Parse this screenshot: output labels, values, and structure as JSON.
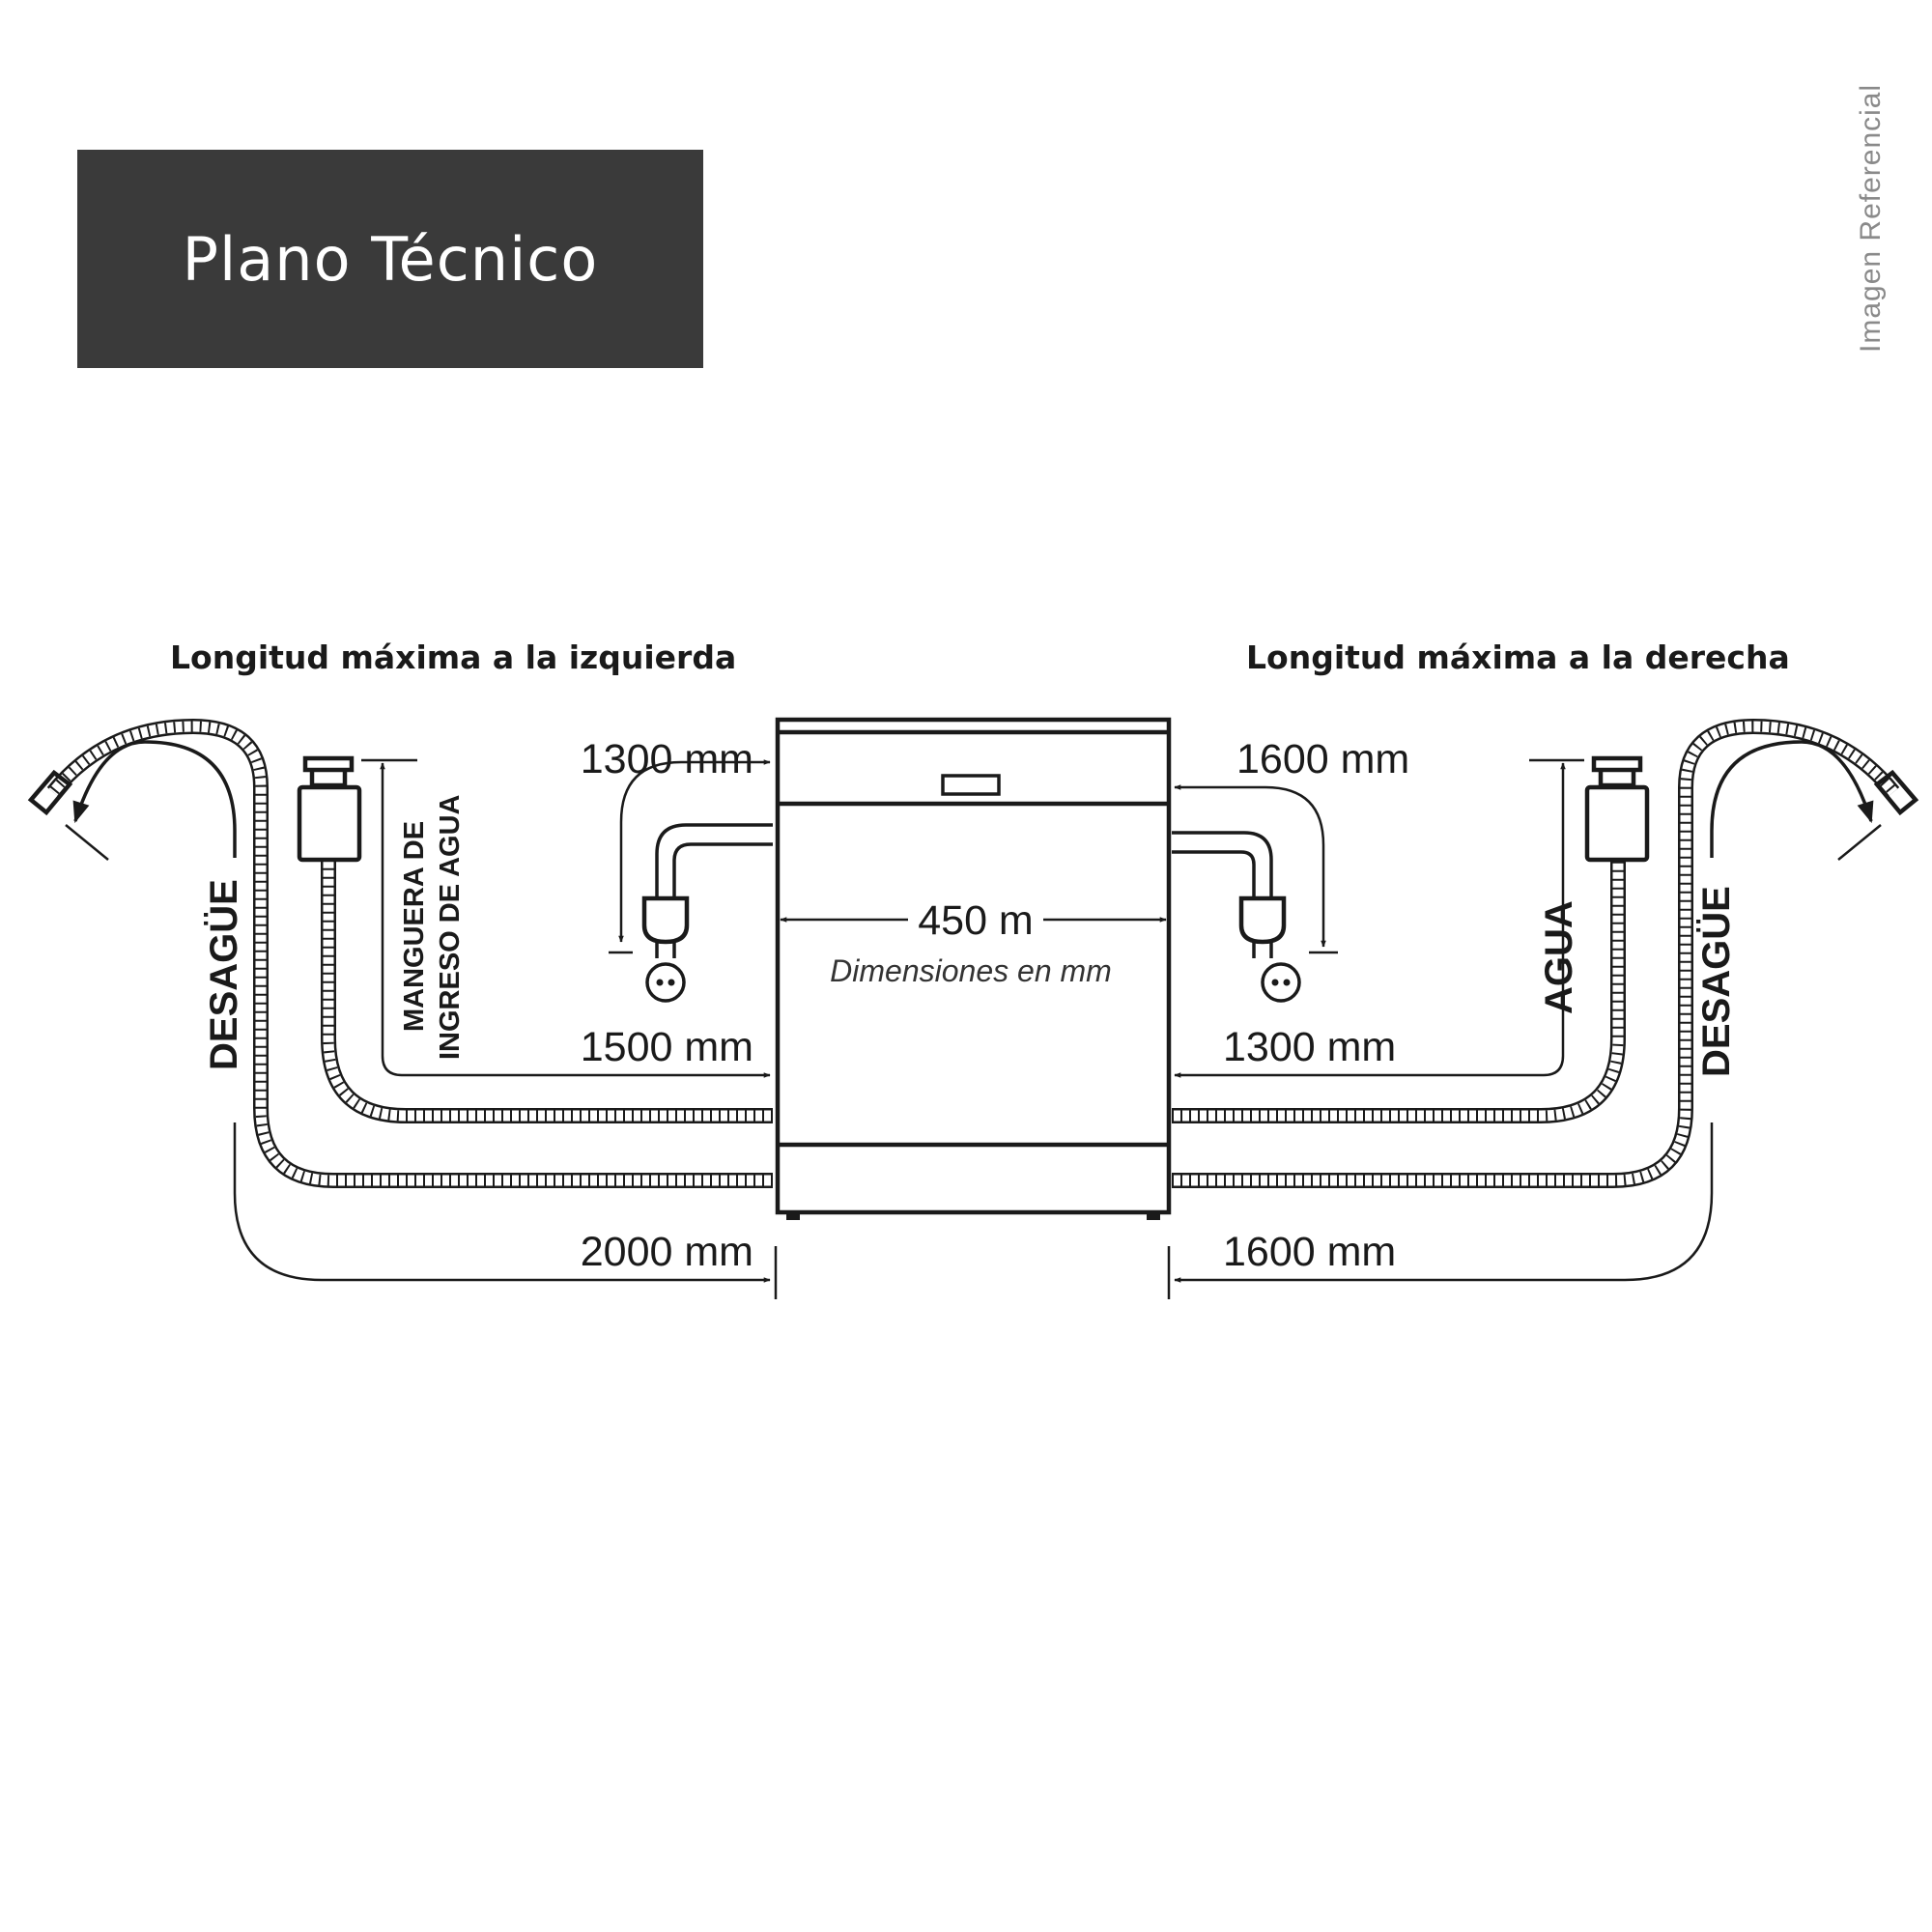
{
  "header": {
    "title": "Plano Técnico"
  },
  "watermark": "Imagen Referencial",
  "captions": {
    "left": "Longitud máxima a la izquierda",
    "right": "Longitud máxima a la derecha"
  },
  "dimensions": {
    "left_power": "1300 mm",
    "left_inlet": "1500 mm",
    "left_drain": "2000 mm",
    "right_power": "1600 mm",
    "right_inlet": "1300 mm",
    "right_drain": "1600 mm",
    "width": "450 m"
  },
  "note": "Dimensiones en mm",
  "labels": {
    "drain_left": "DESAGÜE",
    "drain_right": "DESAGÜE",
    "inlet_left_line1": "MANGUERA DE",
    "inlet_left_line2": "INGRESO DE AGUA",
    "inlet_right": "AGUA"
  }
}
